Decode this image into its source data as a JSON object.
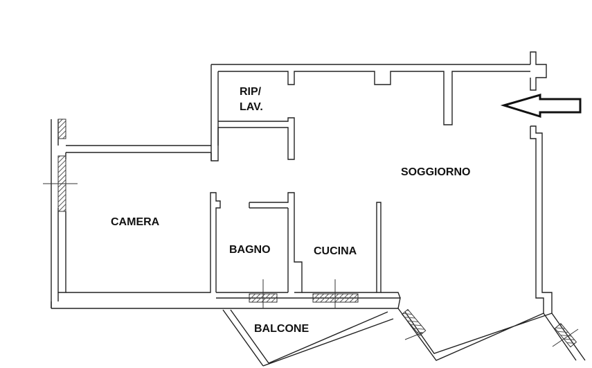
{
  "rooms": {
    "ripostiglio_line1": "RIP/",
    "ripostiglio_line2": "LAV.",
    "soggiorno": "SOGGIORNO",
    "camera": "CAMERA",
    "bagno": "BAGNO",
    "cucina": "CUCINA",
    "balcone": "BALCONE"
  },
  "colors": {
    "wall": "#222222",
    "background": "#ffffff",
    "hatch": "#555555"
  },
  "icons": {
    "entrance": "left-arrow-icon"
  }
}
